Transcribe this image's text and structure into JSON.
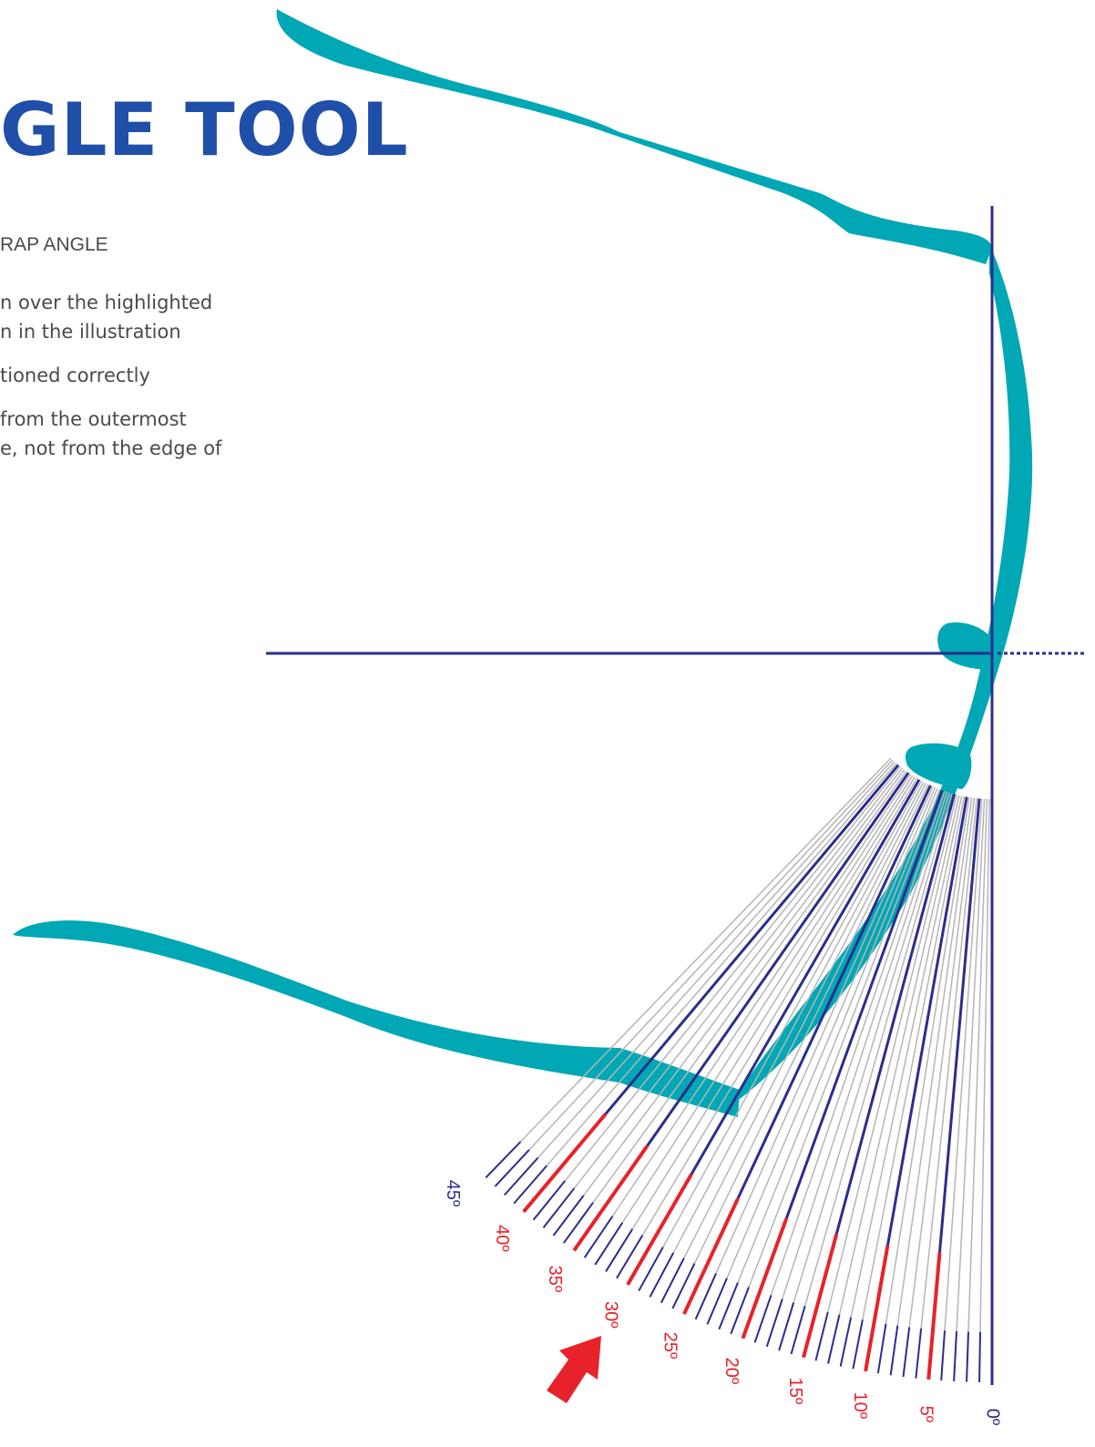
{
  "header": {
    "title": "GLE TOOL",
    "subtitle": "RAP ANGLE"
  },
  "instructions": [
    {
      "lines": [
        "n over the highlighted",
        "n in the illustration"
      ]
    },
    {
      "lines": [
        "tioned correctly"
      ]
    },
    {
      "lines": [
        "from the outermost",
        "e, not from the edge of"
      ]
    }
  ],
  "protractor": {
    "min_angle": 0,
    "max_angle": 45,
    "minor_step": 1,
    "major_step": 5,
    "degree_labels": [
      "0º",
      "5º",
      "10º",
      "15º",
      "20º",
      "25º",
      "30º",
      "35º",
      "40º",
      "45º"
    ],
    "highlighted_label": "15º"
  },
  "colors": {
    "title": "#1f4fa8",
    "text": "#4a4a4a",
    "frame_teal": "#00a7b5",
    "guide_navy": "#2b2e8c",
    "highlight_red": "#e8222a",
    "minor_gray": "#b5b5b5",
    "arrow_red": "#e8222a"
  },
  "icons": {
    "pointer": "red-arrow-icon",
    "frame": "sunglasses-frame-top-view"
  }
}
